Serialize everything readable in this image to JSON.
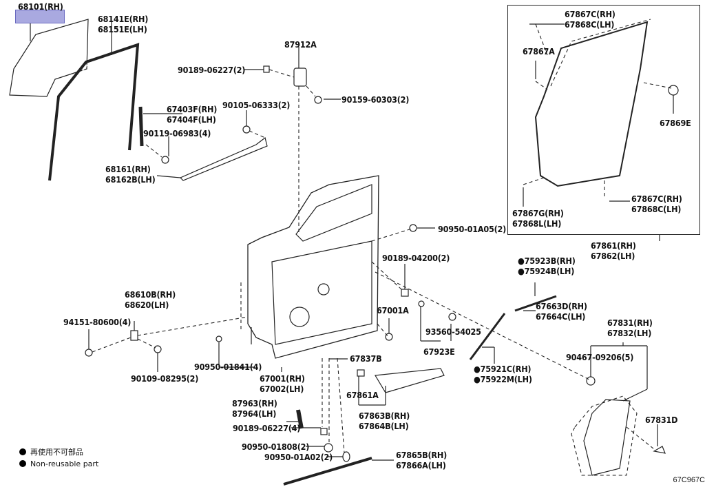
{
  "diagram": {
    "highlighted_part": "68101(RH)",
    "diagram_code": "67C967C",
    "legend": {
      "items": [
        {
          "symbol": "filled-circle",
          "text": "再使用不可部品"
        },
        {
          "symbol": "filled-circle",
          "text": "Non-reusable part"
        }
      ]
    },
    "labels": {
      "p68101": [
        "68101(RH)"
      ],
      "p68141": [
        "68141E(RH)",
        "68151E(LH)"
      ],
      "p87912": [
        "87912A"
      ],
      "p90189a": [
        "90189-06227(2)"
      ],
      "p90159": [
        "90159-60303(2)"
      ],
      "p67403": [
        "67403F(RH)",
        "67404F(LH)"
      ],
      "p90105": [
        "90105-06333(2)"
      ],
      "p90119": [
        "90119-06983(4)"
      ],
      "p68161": [
        "68161(RH)",
        "68162B(LH)"
      ],
      "p67867c_top": [
        "67867C(RH)",
        "67868C(LH)"
      ],
      "p67867a": [
        "67867A"
      ],
      "p67869e": [
        "67869E"
      ],
      "p67867g": [
        "67867G(RH)",
        "67868L(LH)"
      ],
      "p67867c_bot": [
        "67867C(RH)",
        "67868C(LH)"
      ],
      "p67861": [
        "67861(RH)",
        "67862(LH)"
      ],
      "p90950_a05": [
        "90950-01A05(2)"
      ],
      "p90189_04200": [
        "90189-04200(2)"
      ],
      "p75923": [
        "●75923B(RH)",
        "●75924B(LH)"
      ],
      "p67663": [
        "67663D(RH)",
        "67664C(LH)"
      ],
      "p67001a": [
        "67001A"
      ],
      "p93560": [
        "93560-54025"
      ],
      "p67923e": [
        "67923E"
      ],
      "p67831": [
        "67831(RH)",
        "67832(LH)"
      ],
      "p90467": [
        "90467-09206(5)"
      ],
      "p75921": [
        "●75921C(RH)",
        "●75922M(LH)"
      ],
      "p67831d": [
        "67831D"
      ],
      "p68610": [
        "68610B(RH)",
        "68620(LH)"
      ],
      "p94151": [
        "94151-80600(4)"
      ],
      "p90109": [
        "90109-08295(2)"
      ],
      "p90950_841": [
        "90950-01841(4)"
      ],
      "p67001": [
        "67001(RH)",
        "67002(LH)"
      ],
      "p67837b": [
        "67837B"
      ],
      "p67861a": [
        "67861A"
      ],
      "p67863": [
        "67863B(RH)",
        "67864B(LH)"
      ],
      "p87963": [
        "87963(RH)",
        "87964(LH)"
      ],
      "p90189b": [
        "90189-06227(4)"
      ],
      "p90950_808": [
        "90950-01808(2)"
      ],
      "p90950_a02": [
        "90950-01A02(2)"
      ],
      "p67865": [
        "67865B(RH)",
        "67866A(LH)"
      ]
    }
  }
}
